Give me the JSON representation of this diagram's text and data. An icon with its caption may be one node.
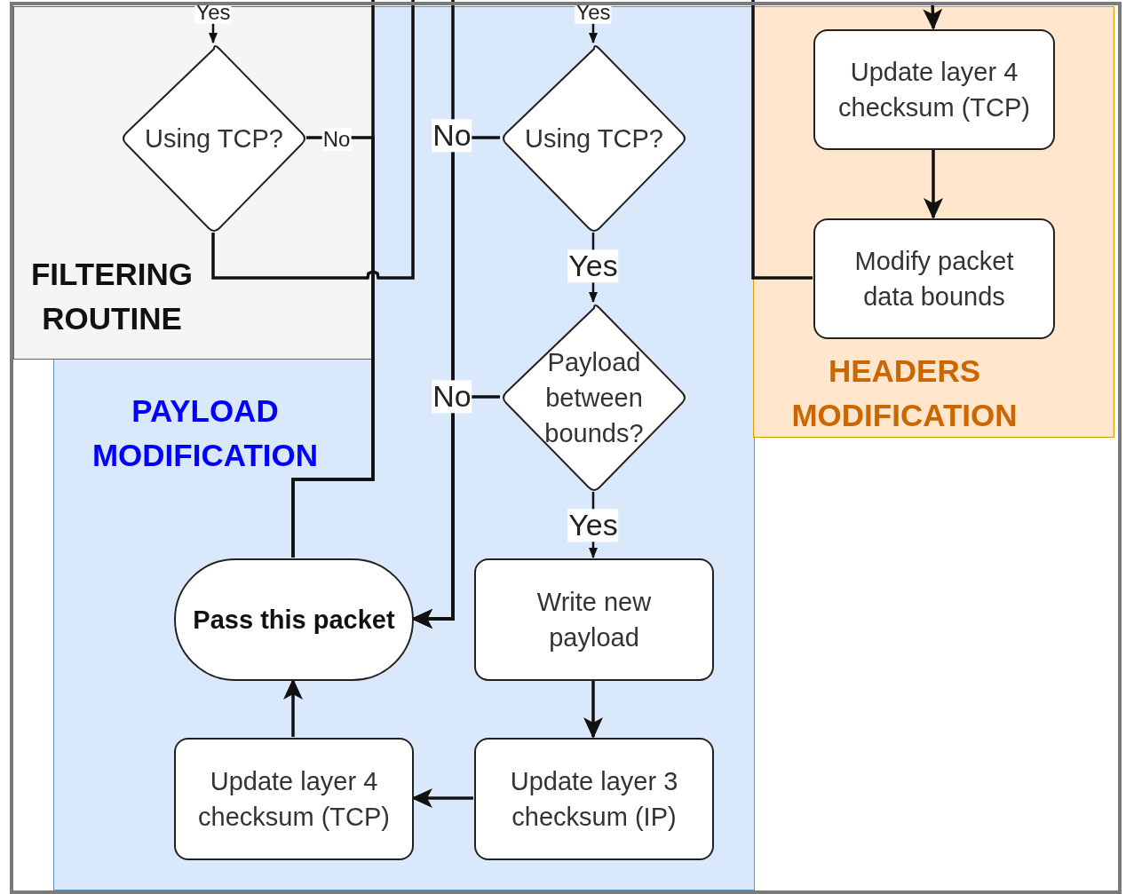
{
  "diagram": {
    "nodes": [
      {
        "text": [
          "FILTERING ROUTINE"
        ]
      },
      {
        "text": [
          "Using TCP?"
        ],
        "in": 0
      },
      {
        "text": [
          "PAYLOAD MODIFICATION"
        ]
      },
      {
        "text": [
          "Using TCP?"
        ],
        "in": 2
      },
      {
        "text": [
          "Payload between bounds?"
        ],
        "in": 2
      },
      {
        "text": [
          "Pass this packet"
        ],
        "in": 2
      },
      {
        "text": [
          "Write new payload"
        ],
        "in": 2
      },
      {
        "text": [
          "Update layer 3 checksum (IP)"
        ],
        "in": 2
      },
      {
        "text": [
          "Update layer 4 checksum (TCP)"
        ],
        "in": 2
      },
      {
        "text": [
          "HEADERS MODIFICATION"
        ]
      },
      {
        "text": [
          "Update layer 4 checksum (TCP)"
        ],
        "in": 9
      },
      {
        "text": [
          "Modify packet data bounds"
        ],
        "in": 9
      }
    ],
    "edges": [
      {
        "from": null,
        "to": 1,
        "arrow": "to",
        "label": "Yes"
      },
      {
        "from": null,
        "to": 3,
        "arrow": "to",
        "label": "Yes"
      },
      {
        "from": 1,
        "to": 5,
        "arrow": "none",
        "label": "No"
      },
      {
        "from": null,
        "to": 5,
        "arrow": "none"
      },
      {
        "from": 1,
        "to": null,
        "arrow": "none"
      },
      {
        "from": 3,
        "to": 5,
        "arrow": "to",
        "label": "No"
      },
      {
        "from": 4,
        "to": 5,
        "arrow": "to",
        "label": "No"
      },
      {
        "from": null,
        "to": 5,
        "arrow": "to"
      },
      {
        "from": 3,
        "to": 4,
        "arrow": "to",
        "label": "Yes"
      },
      {
        "from": 4,
        "to": 6,
        "arrow": "to",
        "label": "Yes"
      },
      {
        "from": 6,
        "to": 7,
        "arrow": "to"
      },
      {
        "from": 7,
        "to": 8,
        "arrow": "to"
      },
      {
        "from": 8,
        "to": 5,
        "arrow": "to"
      },
      {
        "from": null,
        "to": 10,
        "arrow": "to"
      },
      {
        "from": 10,
        "to": 11,
        "arrow": "to"
      },
      {
        "from": 11,
        "to": null,
        "arrow": "none"
      }
    ]
  }
}
